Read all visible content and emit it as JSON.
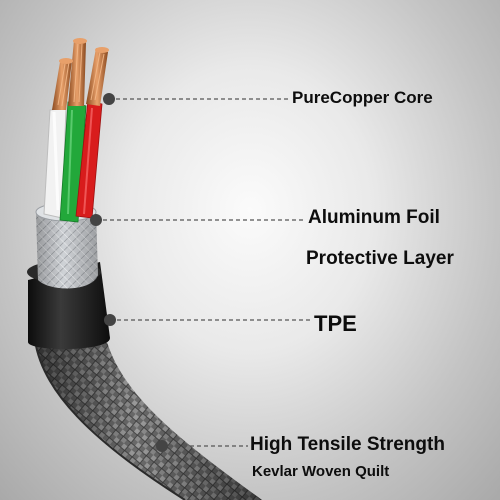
{
  "callouts": {
    "copper_core": "PureCopper Core",
    "foil_line1": "Aluminum Foil",
    "foil_line2": "Protective Layer",
    "tpe": "TPE",
    "kevlar_line1": "High Tensile Strength",
    "kevlar_line2": "Kevlar Woven Quilt"
  },
  "colors": {
    "wire_white": "#f2f2f2",
    "wire_green": "#22a83a",
    "wire_red": "#d81c1c",
    "wire_blue": "#2f63c8",
    "copper": "#c8763e",
    "jacket": "#1c1c1c",
    "braid": "#6d6d6d"
  },
  "icons": [
    "callout-dot-icon"
  ]
}
